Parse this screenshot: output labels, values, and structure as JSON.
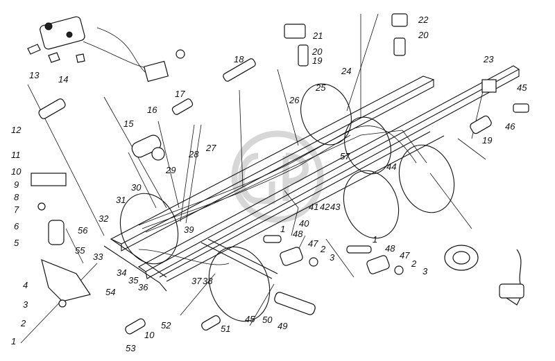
{
  "figure": {
    "callouts": [
      {
        "id": "c1",
        "text": "1"
      },
      {
        "id": "c2",
        "text": "2"
      },
      {
        "id": "c3",
        "text": "3"
      },
      {
        "id": "c4",
        "text": "4"
      },
      {
        "id": "c5",
        "text": "5"
      },
      {
        "id": "c6",
        "text": "6"
      },
      {
        "id": "c7",
        "text": "7"
      },
      {
        "id": "c8",
        "text": "8"
      },
      {
        "id": "c9",
        "text": "9"
      },
      {
        "id": "c10",
        "text": "10"
      },
      {
        "id": "c11",
        "text": "11"
      },
      {
        "id": "c12",
        "text": "12"
      },
      {
        "id": "c13",
        "text": "13"
      },
      {
        "id": "c14",
        "text": "14"
      },
      {
        "id": "c15",
        "text": "15"
      },
      {
        "id": "c16",
        "text": "16"
      },
      {
        "id": "c17",
        "text": "17"
      },
      {
        "id": "c18",
        "text": "18"
      },
      {
        "id": "c19a",
        "text": "19"
      },
      {
        "id": "c20a",
        "text": "20"
      },
      {
        "id": "c21",
        "text": "21"
      },
      {
        "id": "c20b",
        "text": "20"
      },
      {
        "id": "c22",
        "text": "22"
      },
      {
        "id": "c23",
        "text": "23"
      },
      {
        "id": "c24",
        "text": "24"
      },
      {
        "id": "c25",
        "text": "25"
      },
      {
        "id": "c26",
        "text": "26"
      },
      {
        "id": "c27",
        "text": "27"
      },
      {
        "id": "c28",
        "text": "28"
      },
      {
        "id": "c29",
        "text": "29"
      },
      {
        "id": "c30",
        "text": "30"
      },
      {
        "id": "c31",
        "text": "31"
      },
      {
        "id": "c32",
        "text": "32"
      },
      {
        "id": "c33",
        "text": "33"
      },
      {
        "id": "c34",
        "text": "34"
      },
      {
        "id": "c35",
        "text": "35"
      },
      {
        "id": "c36",
        "text": "36"
      },
      {
        "id": "c37",
        "text": "37"
      },
      {
        "id": "c38",
        "text": "38"
      },
      {
        "id": "c39",
        "text": "39"
      },
      {
        "id": "c40",
        "text": "40"
      },
      {
        "id": "c41",
        "text": "41"
      },
      {
        "id": "c42",
        "text": "42"
      },
      {
        "id": "c43",
        "text": "43"
      },
      {
        "id": "c44",
        "text": "44"
      },
      {
        "id": "c45a",
        "text": "45"
      },
      {
        "id": "c46",
        "text": "46"
      },
      {
        "id": "c19b",
        "text": "19"
      },
      {
        "id": "c47a",
        "text": "47"
      },
      {
        "id": "c48a",
        "text": "48"
      },
      {
        "id": "c1b",
        "text": "1"
      },
      {
        "id": "c2b",
        "text": "2"
      },
      {
        "id": "c3b",
        "text": "3"
      },
      {
        "id": "c48b",
        "text": "48"
      },
      {
        "id": "c47b",
        "text": "47"
      },
      {
        "id": "c1c",
        "text": "1"
      },
      {
        "id": "c2c",
        "text": "2"
      },
      {
        "id": "c3c",
        "text": "3"
      },
      {
        "id": "c49",
        "text": "49"
      },
      {
        "id": "c50",
        "text": "50"
      },
      {
        "id": "c45b",
        "text": "45"
      },
      {
        "id": "c51",
        "text": "51"
      },
      {
        "id": "c52",
        "text": "52"
      },
      {
        "id": "c10b",
        "text": "10"
      },
      {
        "id": "c53",
        "text": "53"
      },
      {
        "id": "c54",
        "text": "54"
      },
      {
        "id": "c55",
        "text": "55"
      },
      {
        "id": "c56",
        "text": "56"
      },
      {
        "id": "c57",
        "text": "57"
      }
    ]
  }
}
